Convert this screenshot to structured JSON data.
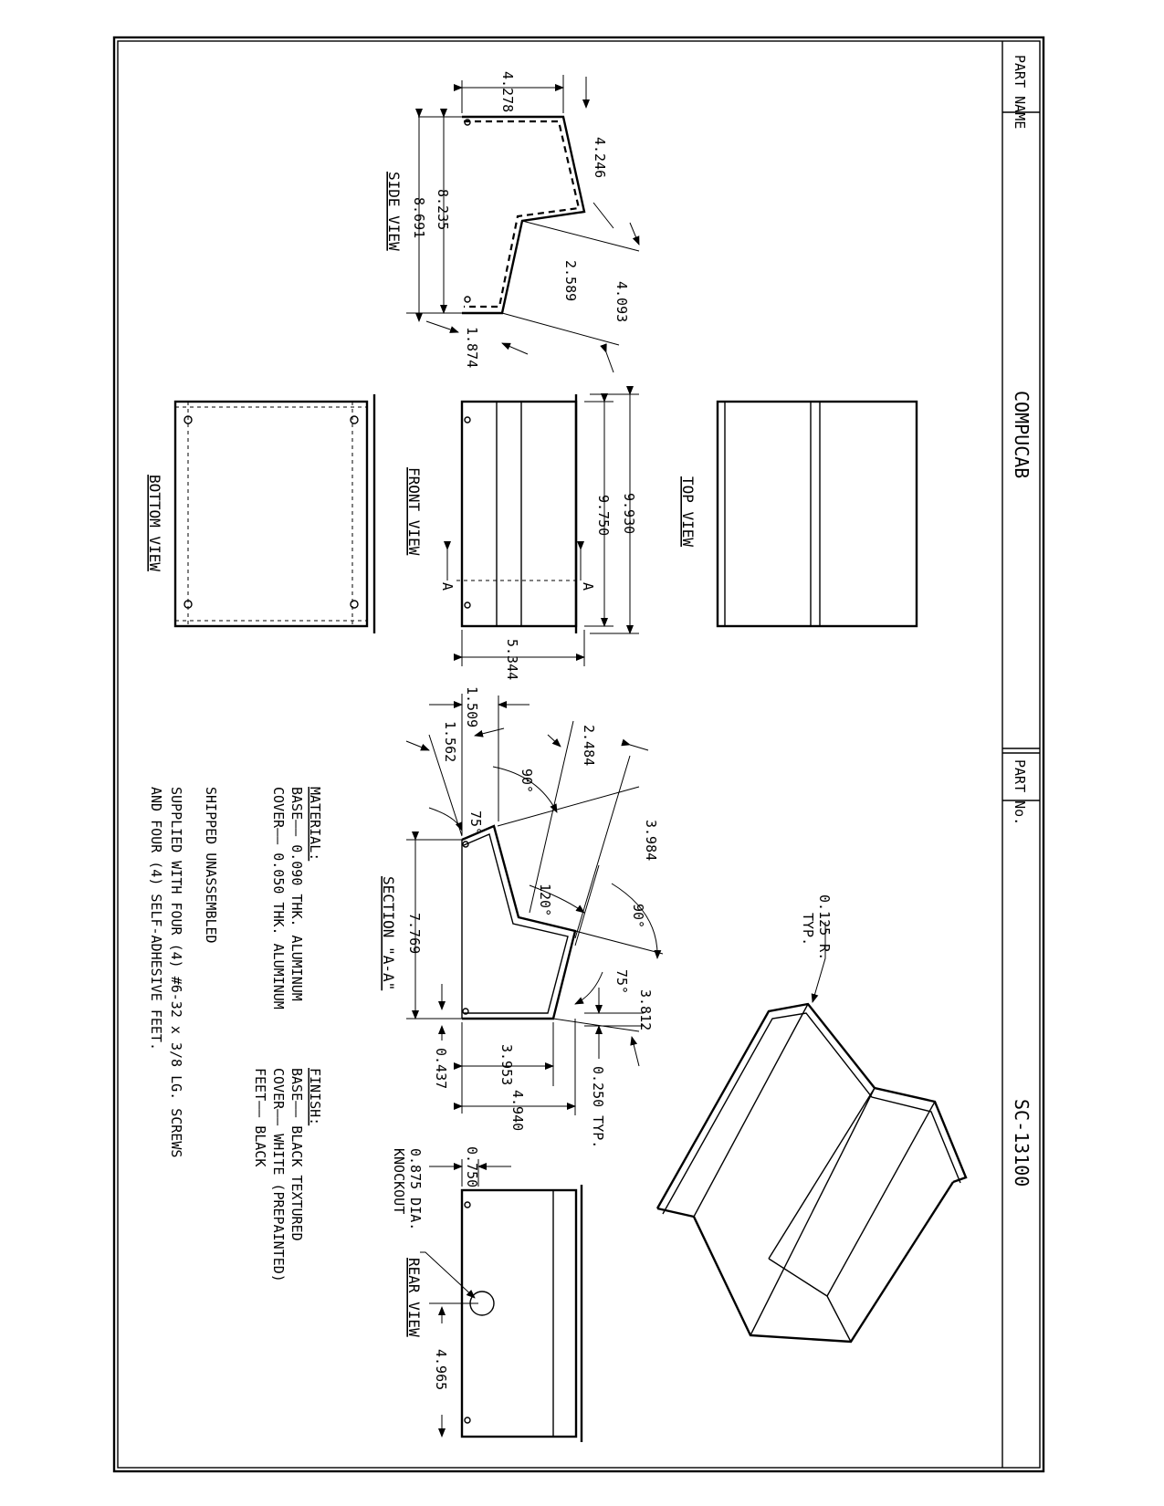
{
  "title_block": {
    "part_name_label": "PART NAME",
    "part_name": "COMPUCAB",
    "part_no_label": "PART No.",
    "part_no": "SC-13100"
  },
  "views": {
    "side": "SIDE VIEW",
    "front": "FRONT VIEW",
    "top": "TOP VIEW",
    "bottom": "BOTTOM VIEW",
    "section": "SECTION \"A-A\"",
    "rear": "REAR VIEW",
    "section_mark": "A"
  },
  "dims": {
    "side_4278": "4.278",
    "side_4246": "4.246",
    "side_8235": "8.235",
    "side_8691": "8.691",
    "side_2589": "2.589",
    "side_4093": "4.093",
    "side_1874": "1.874",
    "front_9930": "9.930",
    "front_9750": "9.750",
    "front_5344": "5.344",
    "sec_1509": "1.509",
    "sec_1562": "1.562",
    "sec_2484": "2.484",
    "sec_90a": "90°",
    "sec_75a": "75°",
    "sec_3984": "3.984",
    "sec_120": "120°",
    "sec_90b": "90°",
    "sec_7769": "7.769",
    "sec_75b": "75°",
    "sec_3812": "3.812",
    "sec_0437": "0.437",
    "sec_3953": "3.953",
    "sec_4940": "4.940",
    "sec_0250": "0.250 TYP.",
    "rear_0750": "0.750",
    "rear_knock1": "0.875 DIA.",
    "rear_knock2": "KNOCKOUT",
    "rear_4965": "4.965",
    "iso_radius1": "0.125 R.",
    "iso_radius2": "TYP."
  },
  "notes": {
    "material_title": "MATERIAL:",
    "material_base": "BASE—— 0.090 THK. ALUMINUM",
    "material_cover": "COVER—— 0.050 THK. ALUMINUM",
    "finish_title": "FINISH:",
    "finish_base": "BASE—— BLACK TEXTURED",
    "finish_cover": "COVER—— WHITE (PREPAINTED)",
    "finish_feet": "FEET—— BLACK",
    "shipped": "SHIPPED UNASSEMBLED",
    "supplied1": "SUPPLIED WITH FOUR (4) #6-32 x 3/8 LG. SCREWS",
    "supplied2": "AND FOUR (4) SELF-ADHESIVE FEET."
  }
}
